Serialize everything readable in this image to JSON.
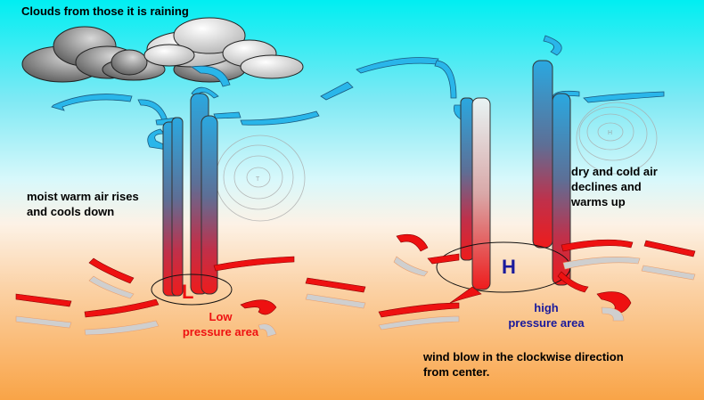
{
  "title": "Clouds from those it is raining",
  "low_side": {
    "caption_lines": [
      "moist warm air rises",
      "and cools down"
    ],
    "symbol": "L",
    "area_lines": [
      "Low",
      "pressure area"
    ]
  },
  "high_side": {
    "caption_lines": [
      "dry and cold air",
      "declines and",
      "warms up"
    ],
    "symbol": "H",
    "area_lines": [
      "high",
      "pressure area"
    ]
  },
  "footer_lines": [
    "wind blow in the clockwise direction",
    "from center."
  ],
  "colors": {
    "sky": "#00eef2",
    "ground": "#f9a447",
    "warm_arrow": "#ee1111",
    "cool_arrow": "#29b6ea",
    "low_label": "#ee1111",
    "high_label": "#1a1a9c"
  }
}
